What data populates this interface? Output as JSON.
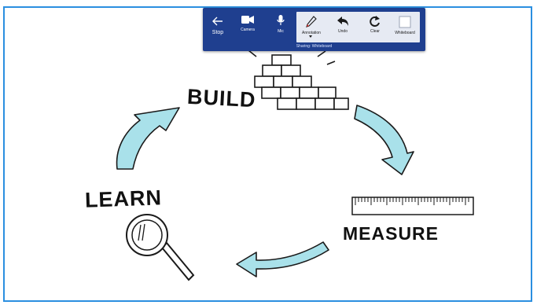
{
  "toolbar": {
    "stop_label": "Stop",
    "camera_label": "Camera",
    "mic_label": "Mic",
    "annotation_label": "Annotation",
    "undo_label": "Undo",
    "clear_label": "Clear",
    "whiteboard_label": "Whiteboard",
    "status_text": "Sharing: Whiteboard",
    "colors": {
      "bar": "#1f3f8f",
      "panel": "#e6eaf3",
      "frame": "#2b8fe0"
    },
    "icons": [
      "arrow-left-icon",
      "camera-icon",
      "microphone-icon",
      "pen-icon",
      "undo-icon",
      "refresh-icon",
      "whiteboard-icon"
    ]
  },
  "whiteboard": {
    "cycle": [
      {
        "text": "BUILD"
      },
      {
        "text": "MEASURE"
      },
      {
        "text": "LEARN"
      }
    ],
    "arrow_color": "#8fd3e0"
  }
}
